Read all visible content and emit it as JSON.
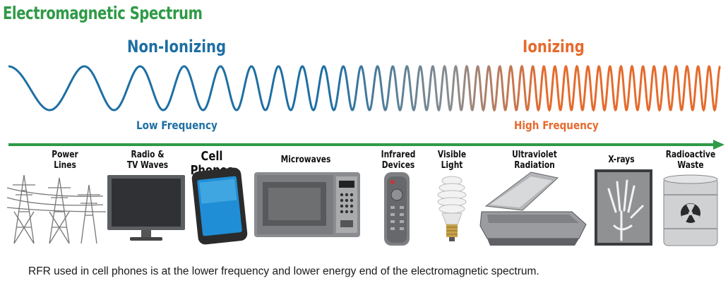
{
  "title": "Electromagnetic Spectrum",
  "bands": {
    "non_ionizing": "Non-Ionizing",
    "ionizing": "Ionizing",
    "low_frequency": "Low Frequency",
    "high_frequency": "High Frequency"
  },
  "items": {
    "power_lines": "Power\nLines",
    "radio_tv": "Radio &\nTV Waves",
    "cell_phones": "Cell Phones",
    "microwaves": "Microwaves",
    "infrared": "Infrared\nDevices",
    "visible": "Visible\nLight",
    "ultraviolet": "Ultraviolet\nRadiation",
    "xrays": "X-rays",
    "radioactive": "Radioactive\nWaste"
  },
  "caption": "RFR used in cell phones is at the lower frequency and lower energy end of the electromagnetic spectrum.",
  "colors": {
    "title": "#2f9a47",
    "wave_low": "#1e6fa3",
    "wave_high": "#e56b2d",
    "arrow": "#2f9a47",
    "non_ionizing": "#1e6fa3",
    "ionizing": "#e56b2d"
  },
  "icons": [
    "transmission-tower-icon",
    "tv-icon",
    "smartphone-icon",
    "microwave-oven-icon",
    "remote-control-icon",
    "cfl-bulb-icon",
    "tanning-bed-icon",
    "xray-hand-icon",
    "radioactive-barrel-icon"
  ]
}
